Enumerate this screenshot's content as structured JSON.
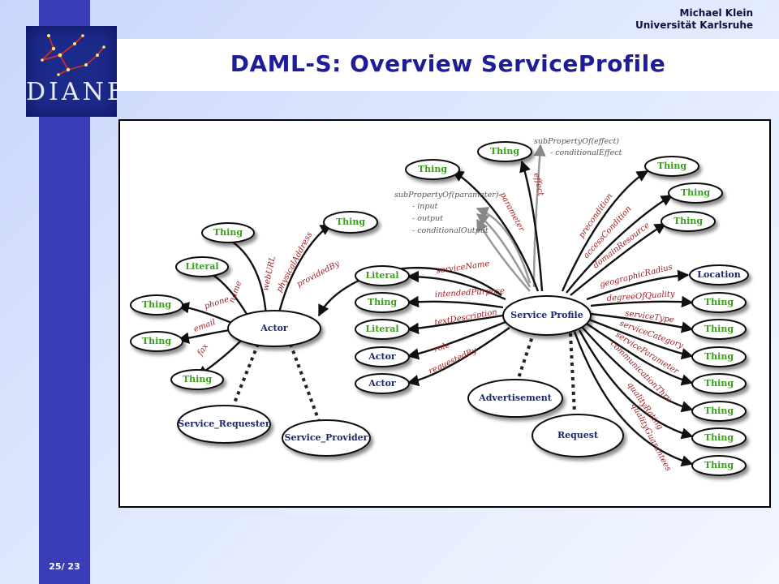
{
  "header": {
    "author": "Michael Klein",
    "institution": "Universität Karlsruhe",
    "title": "DAML-S: Overview ServiceProfile"
  },
  "logo": {
    "text": "DIANE"
  },
  "footer": {
    "page": "25/ 23"
  },
  "colors": {
    "sidebar": "#3b3db8",
    "title": "#1d1d9a",
    "thing_text": "#3aa01a",
    "node_text_dark": "#1a2a6a",
    "edge_label": "#a02020"
  },
  "diagram": {
    "nodes": {
      "actor": "Actor",
      "service_profile": "Service Profile",
      "service_requester": "Service_Requester",
      "service_provider": "Service_Provider",
      "advertisement": "Advertisement",
      "request": "Request",
      "actor_literal": "Literal",
      "actor_thing_top": "Thing",
      "actor_thing_addr": "Thing",
      "actor_thing_phone": "Thing",
      "actor_thing_email": "Thing",
      "actor_thing_fax": "Thing",
      "sp_literal1": "Literal",
      "sp_thing": "Thing",
      "sp_literal2": "Literal",
      "sp_actor1": "Actor",
      "sp_actor2": "Actor",
      "thing_param": "Thing",
      "thing_effect": "Thing",
      "thing_precond": "Thing",
      "thing_access": "Thing",
      "thing_domain": "Thing",
      "location": "Location",
      "thing_quality": "Thing",
      "thing_type": "Thing",
      "thing_category": "Thing",
      "thing_sparam": "Thing",
      "thing_comm": "Thing",
      "thing_rating": "Thing",
      "thing_guarantees": "Thing"
    },
    "edges": {
      "webURL": "webURL",
      "physicalAddress": "physicalAddress",
      "name": "name",
      "phone": "phone",
      "email": "email",
      "fax": "fax",
      "providedBy": "providedBy",
      "serviceName": "serviceName",
      "intendedPurpose": "intendedPurpose",
      "textDescription": "textDescription",
      "role": "role",
      "requestedBy": "requestedBy",
      "parameter": "parameter",
      "effect": "effect",
      "precondition": "precondition",
      "accessCondition": "accessCondition",
      "domainResource": "domainResource",
      "geographicRadius": "geographicRadius",
      "degreeOfQuality": "degreeOfQuality",
      "serviceType": "serviceType",
      "serviceCategory": "serviceCategory",
      "serviceParameter": "serviceParameter",
      "communicationThru": "communicationThru",
      "qualityRating": "qualityRating",
      "qualityGuarantees": "qualityGuarantees"
    },
    "notes": {
      "effect_title": "subPropertyOf(effect)",
      "effect_item": "- conditionalEffect",
      "param_title": "subPropertyOf(parameter)",
      "param_input": "- input",
      "param_output": "- output",
      "param_conditional": "- conditionalOutput"
    }
  }
}
